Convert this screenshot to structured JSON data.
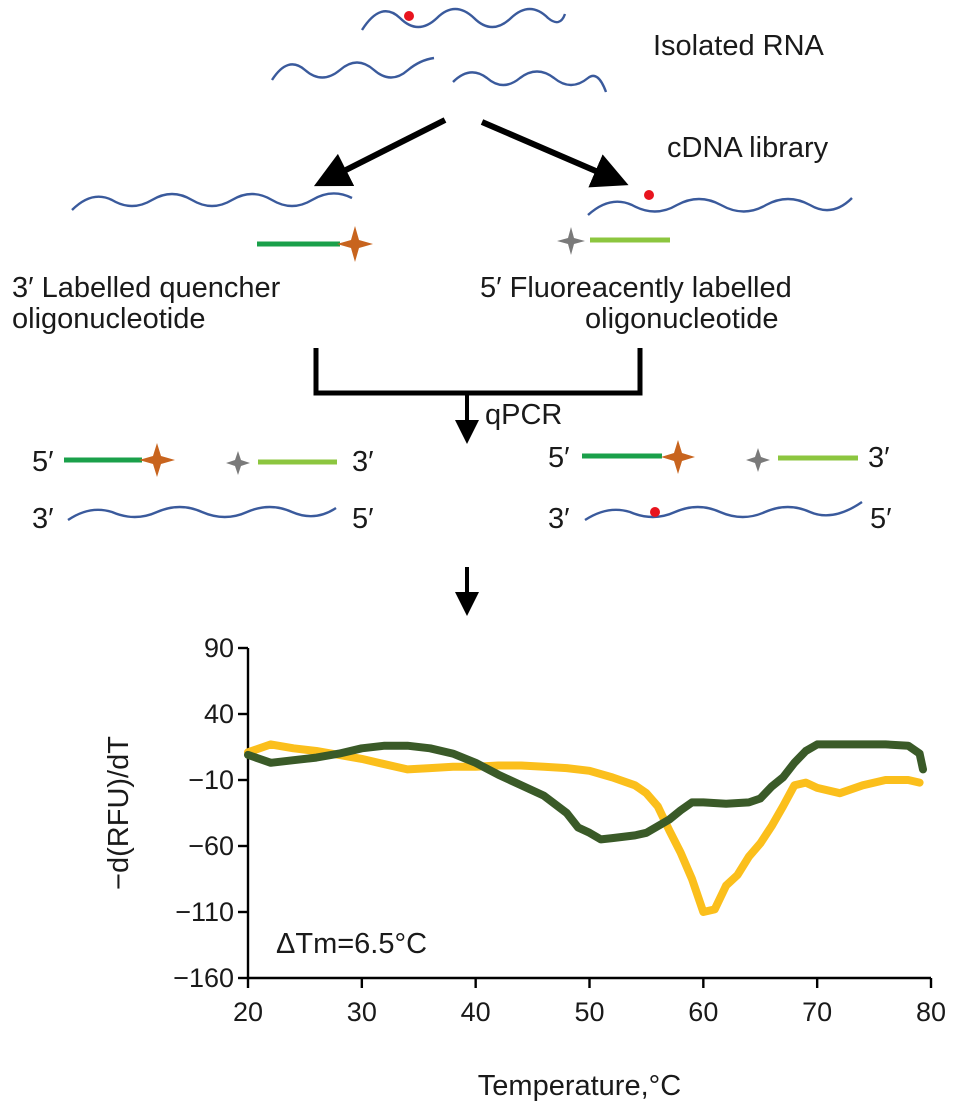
{
  "labels": {
    "isolated_rna": "Isolated RNA",
    "cdna_library": "cDNA library",
    "quencher_line1": "3′ Labelled quencher",
    "quencher_line2": "oligonucleotide",
    "fluor_line1": "5′ Fluoreacently labelled",
    "fluor_line2": "oligonucleotide",
    "qpcr": "qPCR",
    "left_top_5": "5′",
    "left_top_3": "3′",
    "left_bottom_3": "3′",
    "left_bottom_5": "5′",
    "right_top_5": "5′",
    "right_top_3": "3′",
    "right_bottom_3": "3′",
    "right_bottom_5": "5′"
  },
  "colors": {
    "rna_strand": "#3a5a9c",
    "mutation_dot": "#e8141e",
    "quencher_probe": "#1aa04a",
    "fluor_probe": "#8cc63f",
    "quencher_star": "#c8641e",
    "fluor_star": "#7a7a7a",
    "yellow_curve": "#fbbf1c",
    "green_curve": "#3a5a28",
    "axis": "#000000"
  },
  "chart_data": {
    "type": "line",
    "xlabel": "Temperature,°C",
    "ylabel": "−d(RFU)/dT",
    "xlim": [
      20,
      80
    ],
    "ylim": [
      -160,
      90
    ],
    "xticks": [
      20,
      30,
      40,
      50,
      60,
      70,
      80
    ],
    "yticks": [
      90,
      40,
      -10,
      -60,
      -110,
      -160
    ],
    "ytick_labels": [
      "90",
      "40",
      "−10",
      "−60",
      "−110",
      "−160"
    ],
    "annotation": "ΔTm=6.5°C",
    "series": [
      {
        "color": "#fbbf1c",
        "x": [
          20,
          22,
          24,
          26,
          28,
          30,
          32,
          34,
          36,
          38,
          40,
          42,
          44,
          46,
          48,
          50,
          52,
          54,
          55,
          56,
          57,
          58,
          59,
          60,
          61,
          62,
          63,
          64,
          65,
          66,
          67,
          68,
          69,
          70,
          72,
          74,
          76,
          78,
          79
        ],
        "values": [
          11,
          17,
          14,
          12,
          9,
          6,
          2,
          -2,
          -1,
          0,
          0,
          1,
          1,
          0,
          -1,
          -3,
          -8,
          -14,
          -20,
          -30,
          -48,
          -65,
          -85,
          -110,
          -108,
          -90,
          -82,
          -68,
          -58,
          -45,
          -30,
          -14,
          -12,
          -16,
          -20,
          -14,
          -10,
          -10,
          -12
        ]
      },
      {
        "color": "#3a5a28",
        "x": [
          20,
          22,
          24,
          26,
          28,
          30,
          32,
          34,
          36,
          38,
          40,
          42,
          44,
          46,
          48,
          49,
          50,
          51,
          52,
          54,
          55,
          56,
          57,
          58,
          59,
          60,
          62,
          64,
          65,
          66,
          67,
          68,
          69,
          70,
          72,
          74,
          76,
          78,
          79,
          79.3
        ],
        "values": [
          9,
          3,
          5,
          7,
          10,
          14,
          16,
          16,
          14,
          10,
          3,
          -6,
          -14,
          -22,
          -35,
          -46,
          -50,
          -55,
          -54,
          -52,
          -50,
          -45,
          -40,
          -33,
          -27,
          -27,
          -28,
          -27,
          -24,
          -15,
          -8,
          3,
          12,
          17,
          17,
          17,
          17,
          16,
          10,
          -2
        ]
      }
    ]
  }
}
